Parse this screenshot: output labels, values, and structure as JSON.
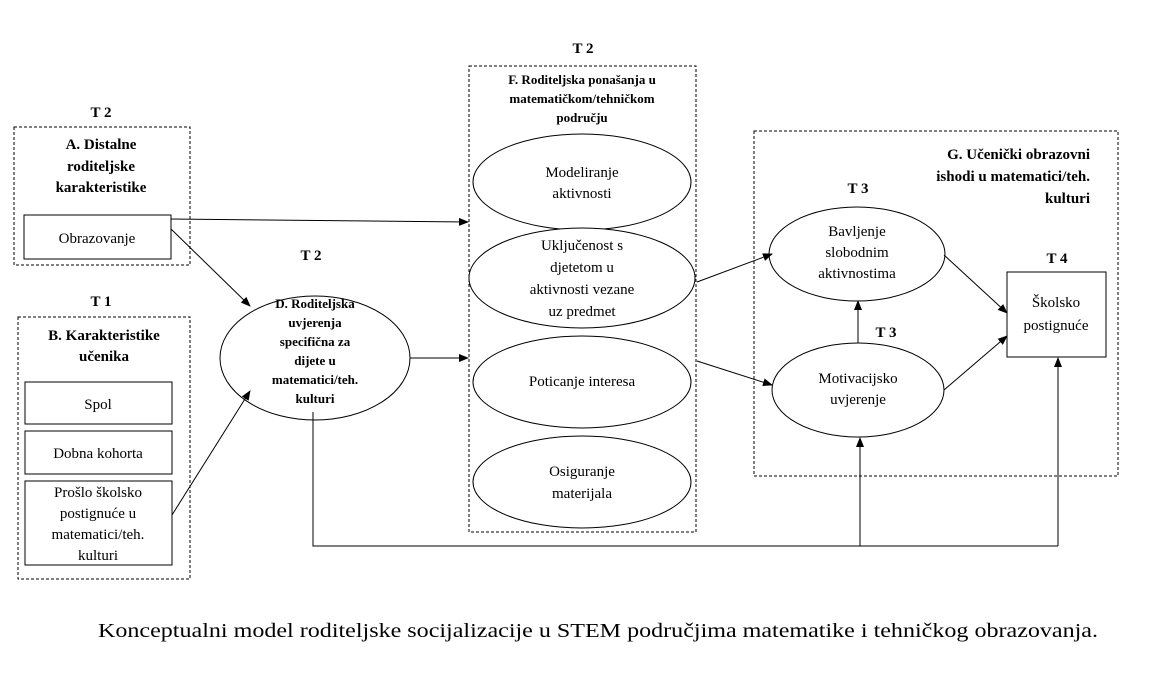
{
  "panel_a": {
    "tag": "T 2",
    "title": [
      "A. Distalne",
      "roditeljske",
      "karakteristike"
    ],
    "item": "Obrazovanje"
  },
  "panel_b": {
    "tag": "T 1",
    "title": [
      "B. Karakteristike",
      "učenika"
    ],
    "items": {
      "spol": "Spol",
      "kohorta": "Dobna kohorta",
      "postignuce": [
        "Prošlo školsko",
        "postignuće u",
        "matematici/teh.",
        "kulturi"
      ]
    }
  },
  "node_d": {
    "tag": "T 2",
    "title": [
      "D. Roditeljska",
      "uvjerenja",
      "specifična za",
      "dijete u",
      "matematici/teh.",
      "kulturi"
    ]
  },
  "panel_f": {
    "tag": "T 2",
    "title": [
      "F. Roditeljska ponašanja u",
      "matematičkom/tehničkom",
      "području"
    ],
    "items": {
      "modeliranje": [
        "Modeliranje",
        "aktivnosti"
      ],
      "ukljucenost": [
        "Uključenost s",
        "djetetom u",
        "aktivnosti vezane",
        "uz predmet"
      ],
      "poticanje": [
        "Poticanje interesa"
      ],
      "osiguranje": [
        "Osiguranje",
        "materijala"
      ]
    }
  },
  "panel_g": {
    "title": [
      "G. Učenički obrazovni",
      "ishodi u matematici/teh.",
      "kulturi"
    ],
    "bavljenje": {
      "tag": "T 3",
      "label": [
        "Bavljenje",
        "slobodnim",
        "aktivnostima"
      ]
    },
    "motivacija": {
      "tag": "T 3",
      "label": [
        "Motivacijsko",
        "uvjerenje"
      ]
    },
    "skolsko": {
      "tag": "T 4",
      "label": [
        "Školsko",
        "postignuće"
      ]
    }
  },
  "caption": "Konceptualni model roditeljske socijalizacije u STEM područjima matematike i tehničkog obrazovanja."
}
